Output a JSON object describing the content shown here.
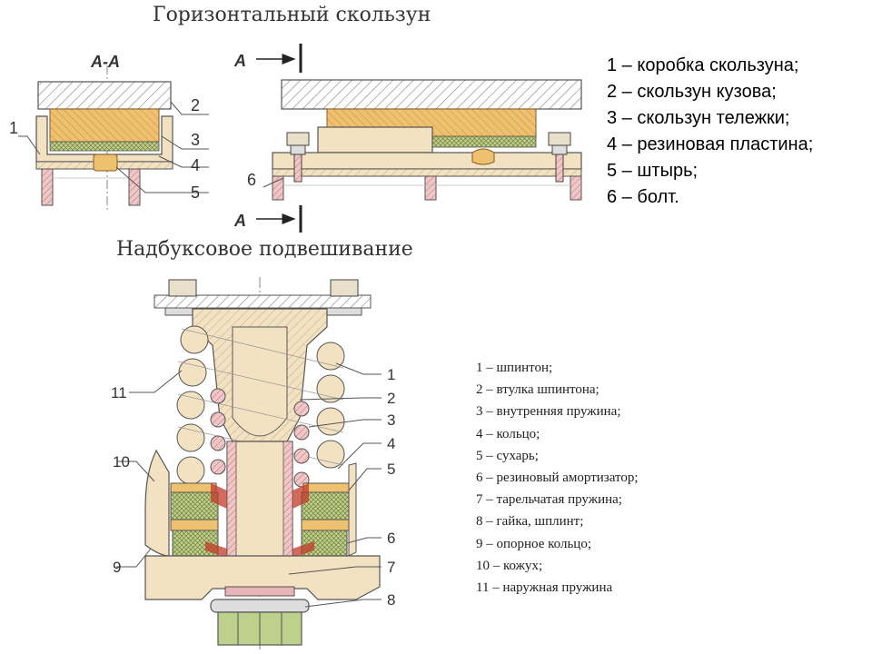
{
  "titles": {
    "slider": "Горизонтальный скользун",
    "axlebox": "Надбуксовое подвешивание"
  },
  "section_labels": {
    "aa": "A-A",
    "a_top": "A",
    "a_bottom": "A"
  },
  "slider_callouts": [
    "1",
    "2",
    "3",
    "4",
    "5",
    "6"
  ],
  "axlebox_callouts": [
    "1",
    "2",
    "3",
    "4",
    "5",
    "6",
    "7",
    "8",
    "9",
    "10",
    "11"
  ],
  "legend_slider": [
    "1 – коробка скользуна;",
    "2 – скользун кузова;",
    "3 – скользун тележки;",
    "4 – резиновая пластина;",
    "5 – штырь;",
    "6 – болт."
  ],
  "legend_axlebox": [
    "1 – шпинтон;",
    "2 – втулка шпинтона;",
    "3 – внутренняя пружина;",
    "4 – кольцо;",
    "5 – сухарь;",
    "6 – резиновый амортизатор;",
    "7 – тарельчатая пружина;",
    "8 – гайка, шплинт;",
    "9 – опорное кольцо;",
    "10 – кожух;",
    "11 – наружная пружина"
  ],
  "colors": {
    "hatch_gray": "#8a8a8a",
    "body_beige": "#f3e2c2",
    "orange": "#eec170",
    "rubber_green": "#b9c98a",
    "pink": "#e8b4b4",
    "outline": "#555555"
  }
}
